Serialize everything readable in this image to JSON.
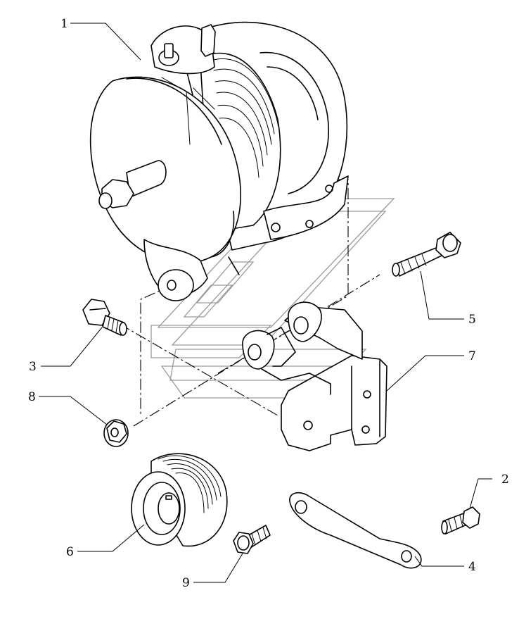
{
  "callouts": [
    {
      "id": "1",
      "label": "1"
    },
    {
      "id": "2",
      "label": "2"
    },
    {
      "id": "3",
      "label": "3"
    },
    {
      "id": "4",
      "label": "4"
    },
    {
      "id": "5",
      "label": "5"
    },
    {
      "id": "6",
      "label": "6"
    },
    {
      "id": "7",
      "label": "7"
    },
    {
      "id": "8",
      "label": "8"
    },
    {
      "id": "9",
      "label": "9"
    }
  ],
  "colors": {
    "ink": "#000000",
    "watermark": "#9a9a9a",
    "background": "#ffffff"
  }
}
